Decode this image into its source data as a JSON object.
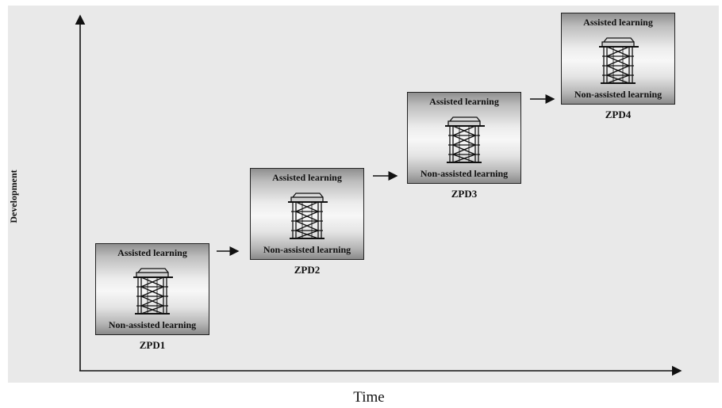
{
  "axes": {
    "x_label": "Time",
    "y_label": "Development"
  },
  "stages": [
    {
      "name": "ZPD1",
      "top_label": "Assisted learning",
      "bottom_label": "Non-assisted learning"
    },
    {
      "name": "ZPD2",
      "top_label": "Assisted learning",
      "bottom_label": "Non-assisted learning"
    },
    {
      "name": "ZPD3",
      "top_label": "Assisted learning",
      "bottom_label": "Non-assisted learning"
    },
    {
      "name": "ZPD4",
      "top_label": "Assisted learning",
      "bottom_label": "Non-assisted learning"
    }
  ],
  "icons": {
    "scaffold": "scaffold-icon",
    "arrow": "right-arrow-icon"
  }
}
